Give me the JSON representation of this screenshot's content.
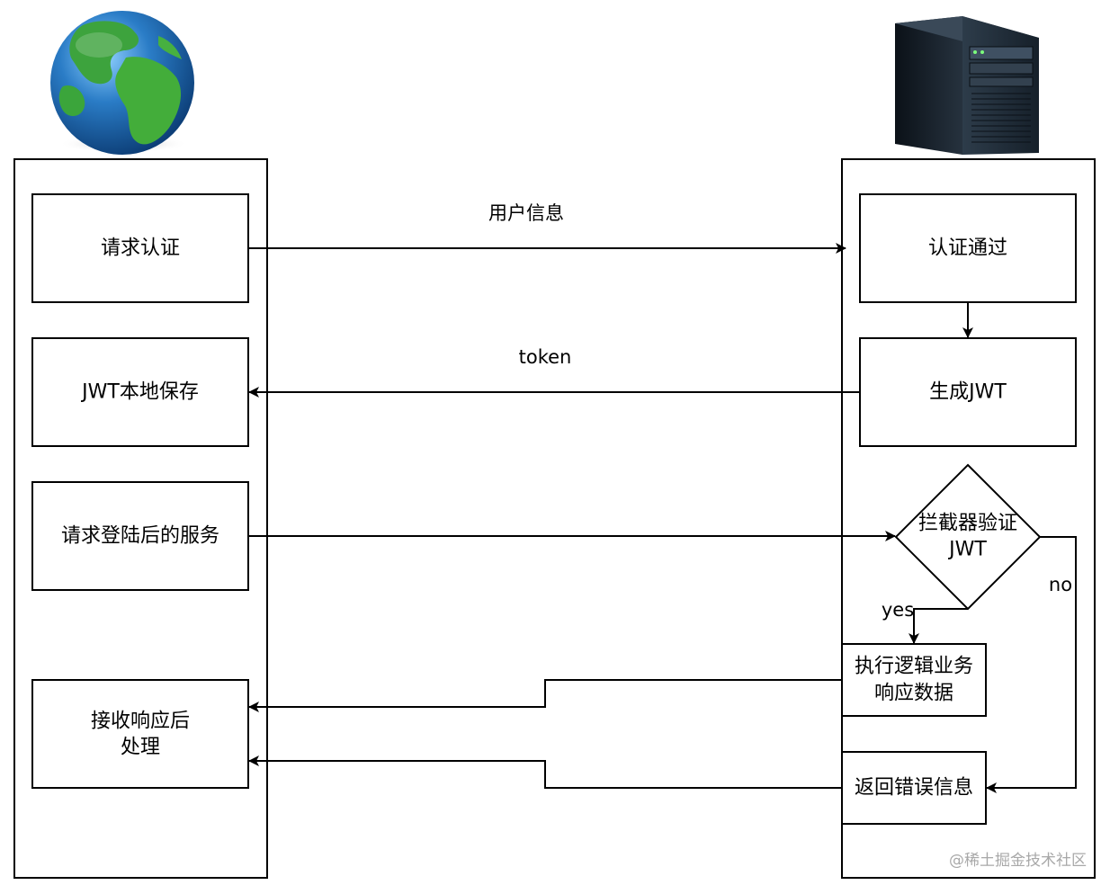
{
  "client_lane": {
    "icon": "globe-icon",
    "steps": {
      "request_auth": "请求认证",
      "store_jwt": "JWT本地保存",
      "request_service": "请求登陆后的服务",
      "handle_response_line1": "接收响应后",
      "handle_response_line2": "处理"
    }
  },
  "server_lane": {
    "icon": "server-tower-icon",
    "steps": {
      "auth_passed": "认证通过",
      "generate_jwt": "生成JWT",
      "interceptor_line1": "拦截器验证",
      "interceptor_line2": "JWT",
      "execute_line1": "执行逻辑业务",
      "execute_line2": "响应数据",
      "return_error": "返回错误信息"
    }
  },
  "edges": {
    "user_info": "用户信息",
    "token": "token",
    "yes": "yes",
    "no": "no"
  },
  "watermark": "@稀土掘金技术社区",
  "colors": {
    "stroke": "#000000",
    "globe_ocean": "#1f6fb8",
    "globe_land": "#3aa33a",
    "server_body": "#1e2a36",
    "watermark": "#a8a8a8"
  }
}
